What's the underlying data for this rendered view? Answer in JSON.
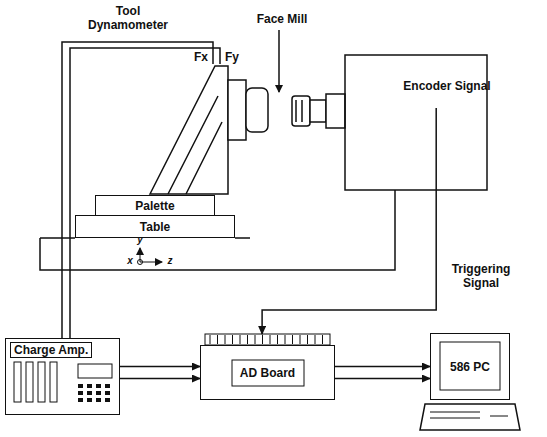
{
  "diagram": {
    "nodes": [
      {
        "text": [
          "Palette"
        ]
      },
      {
        "text": [
          "Table"
        ]
      },
      {
        "text": [
          "Encoder Signal"
        ]
      },
      {
        "text": [
          "Charge Amp."
        ]
      },
      {
        "text": [
          "AD Board"
        ]
      },
      {
        "text": [
          "586 PC"
        ]
      }
    ],
    "edges": [
      {
        "from": 3,
        "to": 4,
        "arrow": "to"
      },
      {
        "from": 4,
        "to": 5,
        "arrow": "to"
      },
      {
        "from": 2,
        "to": 4,
        "label": "Triggering Signal",
        "arrow": "to"
      }
    ],
    "labels": [
      "Tool Dynamometer",
      "Face Mill",
      "Fx",
      "Fy",
      "y",
      "x",
      "z"
    ]
  }
}
